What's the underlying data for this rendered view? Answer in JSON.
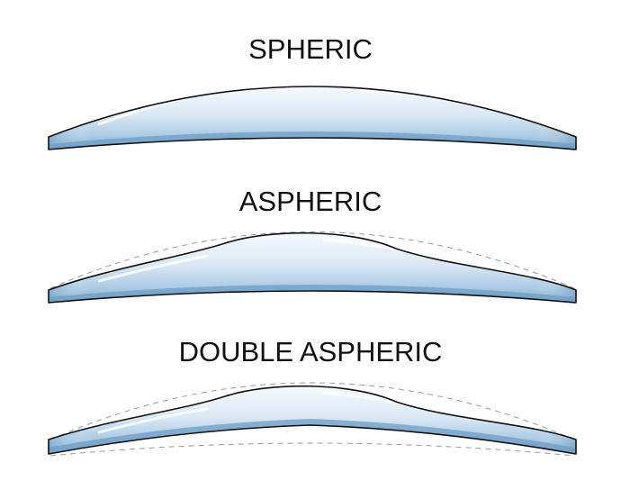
{
  "lenses": [
    {
      "title": "SPHERIC"
    },
    {
      "title": "ASPHERIC"
    },
    {
      "title": "DOUBLE ASPHERIC"
    }
  ],
  "colors": {
    "background": "#ffffff",
    "outline": "#111111",
    "lens_fill_light": "#eef5fb",
    "lens_fill_mid": "#bcd6ea",
    "lens_fill_dark": "#6f9ec4",
    "reference_dash": "#9a9a9a"
  }
}
